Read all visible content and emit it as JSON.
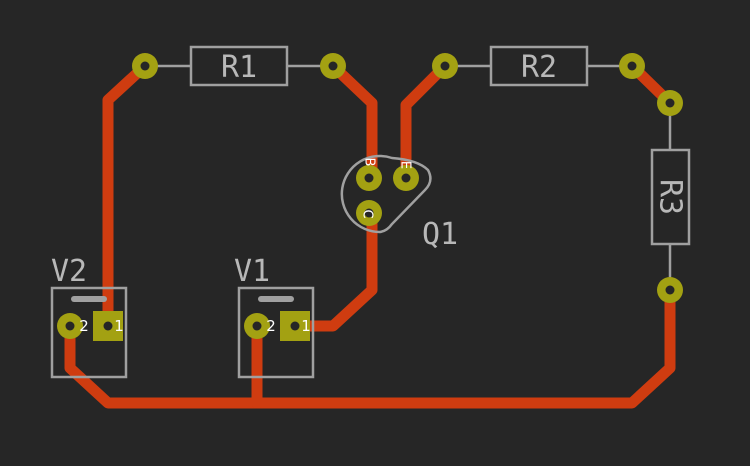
{
  "colors": {
    "background": "#262626",
    "copper_trace": "#cf3c10",
    "pad_fill": "#a3a112",
    "pad_drill": "#262626",
    "pad_hole_dot": "#c8c630",
    "silkscreen": "#a0a0a0",
    "label_text": "#b8b8b8",
    "pin_text": "#ffffff"
  },
  "components": {
    "R1": {
      "label": "R1",
      "kind": "resistor"
    },
    "R2": {
      "label": "R2",
      "kind": "resistor"
    },
    "R3": {
      "label": "R3",
      "kind": "resistor"
    },
    "Q1": {
      "label": "Q1",
      "kind": "transistor",
      "pin_labels": {
        "base": "B",
        "collector": "C",
        "emitter": "E"
      }
    },
    "V1": {
      "label": "V1",
      "kind": "voltage-source",
      "pin_labels": {
        "p1": "1",
        "p2": "2"
      }
    },
    "V2": {
      "label": "V2",
      "kind": "voltage-source",
      "pin_labels": {
        "p1": "1",
        "p2": "2"
      }
    }
  }
}
